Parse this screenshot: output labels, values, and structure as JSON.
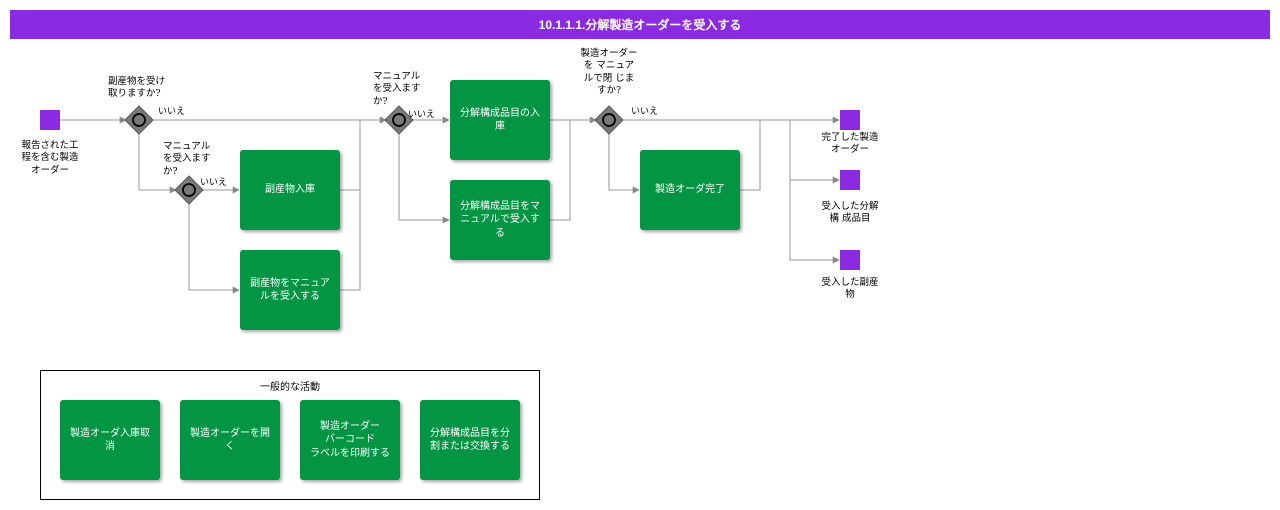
{
  "title": "10.1.1.1.分解製造オーダーを受入する",
  "start_event": {
    "label": "報告された工\n程を含む製造\nオーダー"
  },
  "gateways": {
    "g1": {
      "question": "副産物を受け\n取りますか?",
      "no_label": "いいえ"
    },
    "g2": {
      "question": "マニュアル\nを受入ます\nか?",
      "no_label": "いいえ"
    },
    "g3": {
      "question": "マニュアル\nを受入ます\nか?",
      "no_label": "いいえ"
    },
    "g4": {
      "question": "製造オーダー\nを マニュア\nルで閉 じま\nすか?",
      "no_label": "いいえ"
    }
  },
  "tasks": {
    "byproduct_receive": "副産物入庫",
    "byproduct_manual": "副産物をマニュア\nルを受入する",
    "component_receive": "分解構成品目の入\n庫",
    "component_manual": "分解構成品目をマ\nニュアルで受入す\nる",
    "order_complete": "製造オーダ完了"
  },
  "end_events": {
    "completed_order": "完了した製造\nオーダー",
    "received_components": "受入した分解\n構 成品目",
    "received_byproducts": "受入した副産\n物"
  },
  "common_activities": {
    "title": "一般的な活動",
    "items": [
      "製造オーダ入庫取\n消",
      "製造オーダーを開\nく",
      "製造オーダー\nバーコード\nラベルを印刷する",
      "分解構成品目を分\n割または交換する"
    ]
  },
  "colors": {
    "header": "#8a2be2",
    "task": "#039543",
    "event": "#8a2be2",
    "gateway": "#7a7a7a"
  }
}
